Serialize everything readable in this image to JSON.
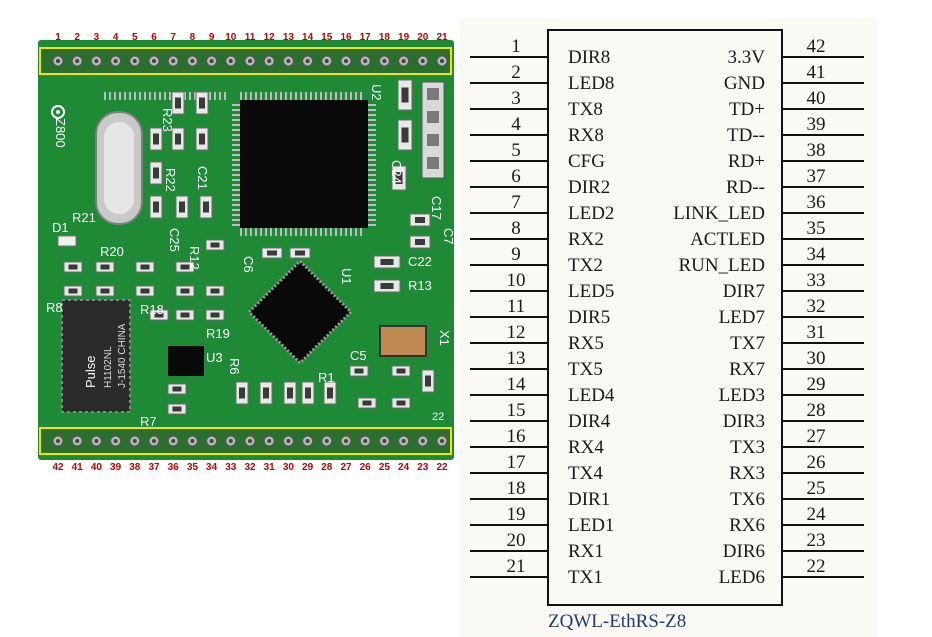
{
  "board": {
    "top_pins": [
      "1",
      "2",
      "3",
      "4",
      "5",
      "6",
      "7",
      "8",
      "9",
      "10",
      "11",
      "12",
      "13",
      "14",
      "15",
      "16",
      "17",
      "18",
      "19",
      "20",
      "21"
    ],
    "bottom_pins": [
      "42",
      "41",
      "40",
      "39",
      "38",
      "37",
      "36",
      "35",
      "34",
      "33",
      "32",
      "31",
      "30",
      "29",
      "28",
      "27",
      "26",
      "25",
      "24",
      "23",
      "22"
    ],
    "silk_labels": [
      "R23",
      "R22",
      "C21",
      "R21",
      "D1",
      "R20",
      "C25",
      "R12",
      "C6",
      "R1",
      "C22",
      "R13",
      "C24",
      "C17",
      "C7",
      "R18",
      "R19",
      "U3",
      "R6",
      "C5",
      "R7",
      "R8",
      "X1",
      "U1",
      "U2",
      "Z800",
      "22"
    ],
    "magnetics_text": [
      "Pulse",
      "H1102NL",
      "J-1540 CHINA"
    ],
    "pcb_color": "#1e8a35"
  },
  "schematic": {
    "title": "ZQWL-EthRS-Z8",
    "left_pins": [
      {
        "num": "1",
        "label": "DIR8"
      },
      {
        "num": "2",
        "label": "LED8"
      },
      {
        "num": "3",
        "label": "TX8"
      },
      {
        "num": "4",
        "label": "RX8"
      },
      {
        "num": "5",
        "label": "CFG"
      },
      {
        "num": "6",
        "label": "DIR2"
      },
      {
        "num": "7",
        "label": "LED2"
      },
      {
        "num": "8",
        "label": "RX2"
      },
      {
        "num": "9",
        "label": "TX2"
      },
      {
        "num": "10",
        "label": "LED5"
      },
      {
        "num": "11",
        "label": "DIR5"
      },
      {
        "num": "12",
        "label": "RX5"
      },
      {
        "num": "13",
        "label": "TX5"
      },
      {
        "num": "14",
        "label": "LED4"
      },
      {
        "num": "15",
        "label": "DIR4"
      },
      {
        "num": "16",
        "label": "RX4"
      },
      {
        "num": "17",
        "label": "TX4"
      },
      {
        "num": "18",
        "label": "DIR1"
      },
      {
        "num": "19",
        "label": "LED1"
      },
      {
        "num": "20",
        "label": "RX1"
      },
      {
        "num": "21",
        "label": "TX1"
      }
    ],
    "right_pins": [
      {
        "num": "42",
        "label": "3.3V"
      },
      {
        "num": "41",
        "label": "GND"
      },
      {
        "num": "40",
        "label": "TD+"
      },
      {
        "num": "39",
        "label": "TD--"
      },
      {
        "num": "38",
        "label": "RD+"
      },
      {
        "num": "37",
        "label": "RD--"
      },
      {
        "num": "36",
        "label": "LINK_LED"
      },
      {
        "num": "35",
        "label": "ACTLED"
      },
      {
        "num": "34",
        "label": "RUN_LED"
      },
      {
        "num": "33",
        "label": "DIR7"
      },
      {
        "num": "32",
        "label": "LED7"
      },
      {
        "num": "31",
        "label": "TX7"
      },
      {
        "num": "30",
        "label": "RX7"
      },
      {
        "num": "29",
        "label": "LED3"
      },
      {
        "num": "28",
        "label": "DIR3"
      },
      {
        "num": "27",
        "label": "TX3"
      },
      {
        "num": "26",
        "label": "RX3"
      },
      {
        "num": "25",
        "label": "TX6"
      },
      {
        "num": "24",
        "label": "RX6"
      },
      {
        "num": "23",
        "label": "DIR6"
      },
      {
        "num": "22",
        "label": "LED6"
      }
    ]
  }
}
